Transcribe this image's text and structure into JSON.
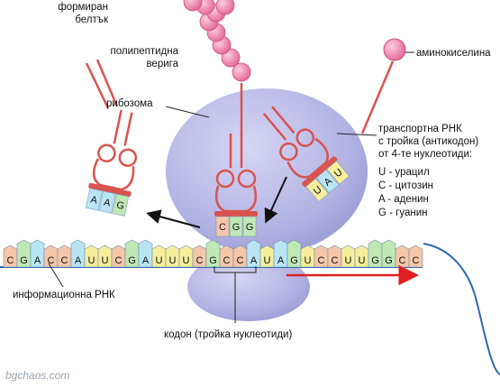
{
  "labels": {
    "protein": "формиран\nбелтък",
    "polypeptide": "полипептидна\nверига",
    "amino_acid": "аминокиселина",
    "ribosome": "рибозома",
    "trna": "транспортна РНК\nс тройка (антикодон)\nот 4-те нуклеотиди:",
    "mrna": "информационна РНК",
    "codon": "кодон (тройка нуклеотиди)"
  },
  "legend": [
    "U - урацил",
    "C - цитозин",
    "A - аденин",
    "G - гуанин"
  ],
  "mrna_sequence": [
    "C",
    "G",
    "A",
    "C",
    "C",
    "A",
    "U",
    "U",
    "C",
    "G",
    "A",
    "U",
    "U",
    "U",
    "C",
    "G",
    "C",
    "C",
    "A",
    "U",
    "A",
    "G",
    "U",
    "C",
    "C",
    "U",
    "U",
    "G",
    "G",
    "C",
    "C"
  ],
  "anticodons": {
    "left": [
      "A",
      "A",
      "G"
    ],
    "center": [
      "C",
      "G",
      "G"
    ],
    "right": [
      "U",
      "A",
      "U"
    ]
  },
  "watermark": "bgchaos.com",
  "colors": {
    "ribosome": "#b7b7e6",
    "trna": "#d9534f",
    "bead": "#f28ab0",
    "U": "#f6ee9b",
    "C": "#f5c6a8",
    "A": "#b9e4f4",
    "G": "#bfe8b4",
    "arrow_red": "#e02020"
  }
}
